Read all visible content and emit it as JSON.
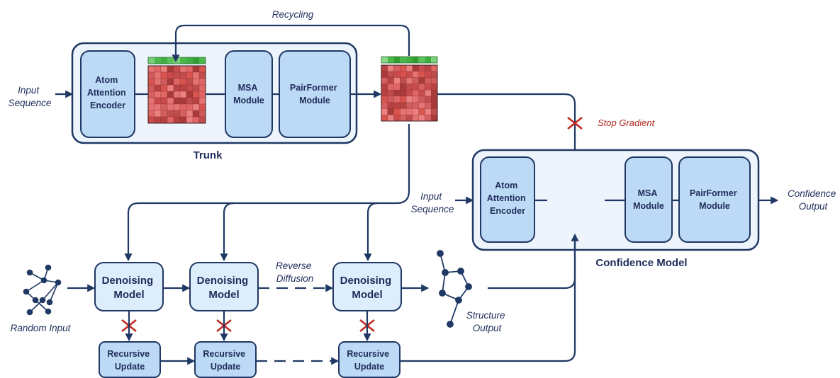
{
  "labels": {
    "recycling": "Recycling",
    "input_sequence_top": [
      "Input",
      "Sequence"
    ],
    "input_sequence_conf": [
      "Input",
      "Sequence"
    ],
    "trunk": "Trunk",
    "stop_gradient": "Stop Gradient",
    "confidence_model": "Confidence Model",
    "confidence_output": [
      "Confidence",
      "Output"
    ],
    "reverse_diffusion": [
      "Reverse",
      "Diffusion"
    ],
    "random_input": "Random Input",
    "structure_output": [
      "Structure",
      "Output"
    ]
  },
  "trunk_modules": {
    "encoder": [
      "Atom",
      "Attention",
      "Encoder"
    ],
    "msa": [
      "MSA",
      "Module"
    ],
    "pairformer": [
      "PairFormer",
      "Module"
    ]
  },
  "confidence_modules": {
    "encoder": [
      "Atom",
      "Attention",
      "Encoder"
    ],
    "msa": [
      "MSA",
      "Module"
    ],
    "pairformer": [
      "PairFormer",
      "Module"
    ]
  },
  "denoising": [
    "Denoising",
    "Model"
  ],
  "recursive": [
    "Recursive",
    "Update"
  ],
  "colors": {
    "edge": "#1f3864",
    "box_fill": "#bcd9f5",
    "panel_fill": "#eef4fc",
    "denoise_fill": "#deedfb",
    "stop": "#c0281e",
    "heat_base": "#d9534f",
    "bar_green": "#5cc25c"
  }
}
